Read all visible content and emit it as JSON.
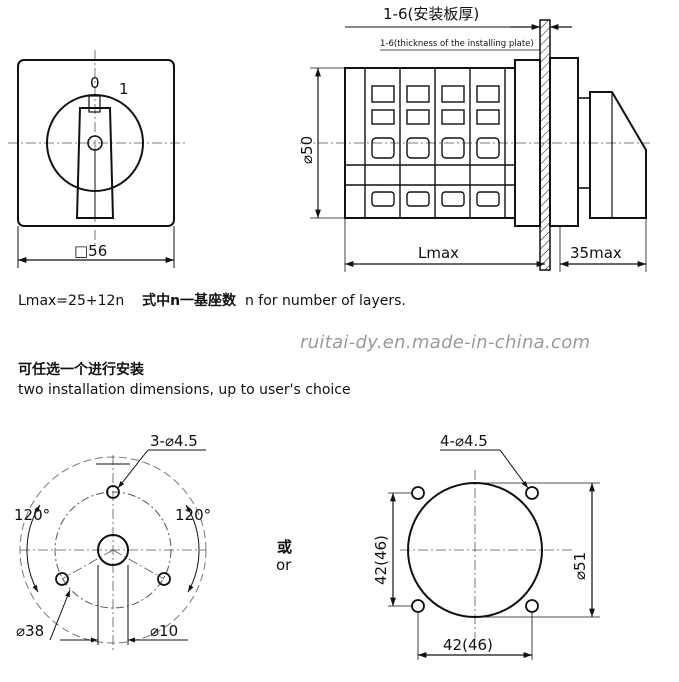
{
  "front_view": {
    "pos_0": "0",
    "pos_1": "1",
    "size_label": "□56"
  },
  "side_view": {
    "plate_thickness_cn": "1-6(安装板厚)",
    "plate_thickness_en": "1-6(thickness of the installing plate)",
    "diameter_label": "⌀50",
    "length_label": "Lmax",
    "depth_label": "35max"
  },
  "formula": {
    "formula": "Lmax=25+12n",
    "cn_text": "式中n一基座数",
    "en_text": "n for number of layers."
  },
  "install": {
    "cn": "可任选一个进行安装",
    "en": "two installation dimensions, up to user's choice"
  },
  "watermark": "ruitai-dy.en.made-in-china.com",
  "option_a": {
    "holes_label": "3-⌀4.5",
    "angle_left": "120°",
    "angle_right": "120°",
    "circle_label": "⌀38",
    "center_label": "⌀10"
  },
  "or": {
    "cn": "或",
    "en": "or"
  },
  "option_b": {
    "holes_label": "4-⌀4.5",
    "vertical_label": "42(46)",
    "horizontal_label": "42(46)",
    "diameter_label": "⌀51"
  }
}
